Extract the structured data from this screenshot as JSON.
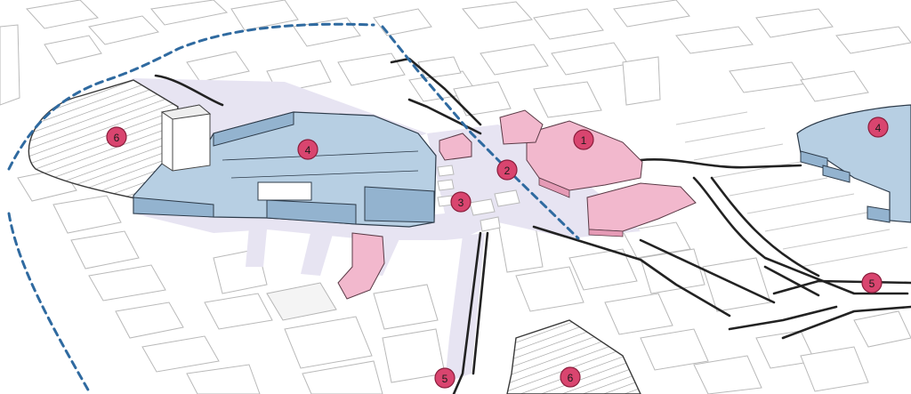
{
  "markers": [
    {
      "id": "m1",
      "label": "1"
    },
    {
      "id": "m2",
      "label": "2"
    },
    {
      "id": "m3",
      "label": "3"
    },
    {
      "id": "m4a",
      "label": "4"
    },
    {
      "id": "m4b",
      "label": "4"
    },
    {
      "id": "m5a",
      "label": "5"
    },
    {
      "id": "m5b",
      "label": "5"
    },
    {
      "id": "m6a",
      "label": "6"
    },
    {
      "id": "m6b",
      "label": "6"
    }
  ],
  "colors": {
    "blue_buildings": "#b7cfe3",
    "pink_buildings": "#f2b8cd",
    "public_space": "#e7e4f2",
    "marker_fill": "#d9456f",
    "route": "#2f6aa0"
  },
  "icons": [
    "dashed-route-line",
    "numbered-circle-marker"
  ]
}
